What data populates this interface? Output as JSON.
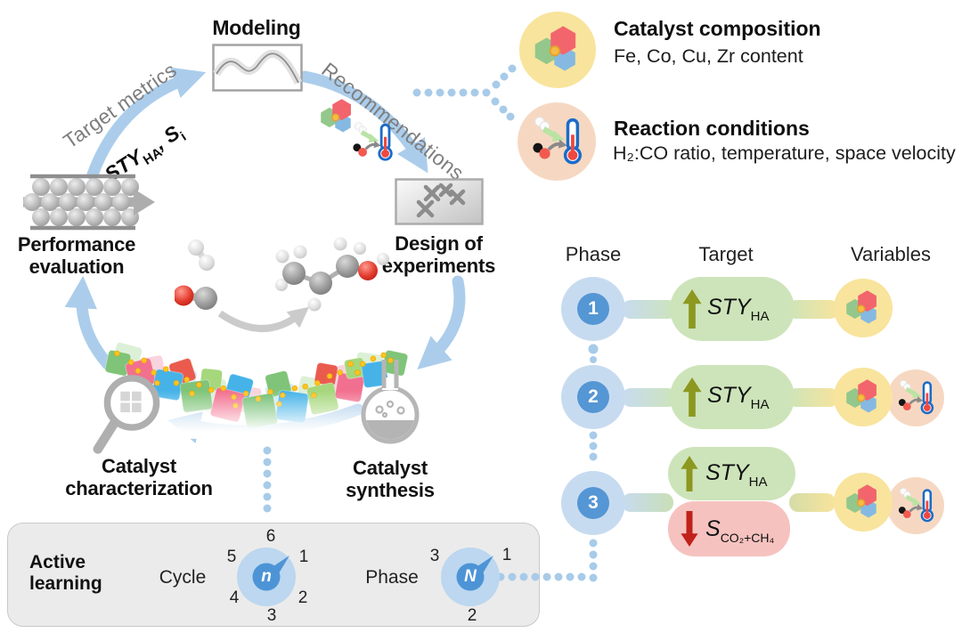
{
  "cycle": {
    "modeling": "Modeling",
    "target_metrics": "Target metrics",
    "metrics_formula": {
      "m1": "STY",
      "m1_sub": "HA",
      "sep": ", ",
      "m2": "S",
      "m2_sub": "i"
    },
    "recommendations": "Recommendations",
    "performance_evaluation": {
      "line1": "Performance",
      "line2": "evaluation"
    },
    "design_of_experiments": {
      "line1": "Design of",
      "line2": "experiments"
    },
    "catalyst_synthesis": {
      "line1": "Catalyst",
      "line2": "synthesis"
    },
    "catalyst_characterization": {
      "line1": "Catalyst",
      "line2": "characterization"
    }
  },
  "legend": {
    "catalyst_composition": {
      "title": "Catalyst composition",
      "subtitle": "Fe, Co, Cu, Zr content"
    },
    "reaction_conditions": {
      "title": "Reaction conditions",
      "subtitle": "H₂:CO ratio, temperature, space velocity"
    }
  },
  "phase_table": {
    "headers": [
      "Phase",
      "Target",
      "Variables"
    ],
    "rows": [
      {
        "phase": "1",
        "targets": [
          {
            "dir": "up",
            "metric": "STY",
            "sub": "HA"
          }
        ],
        "variables": [
          "catalyst-composition"
        ]
      },
      {
        "phase": "2",
        "targets": [
          {
            "dir": "up",
            "metric": "STY",
            "sub": "HA"
          }
        ],
        "variables": [
          "catalyst-composition",
          "reaction-conditions"
        ]
      },
      {
        "phase": "3",
        "targets": [
          {
            "dir": "up",
            "metric": "STY",
            "sub": "HA"
          },
          {
            "dir": "down",
            "metric": "S",
            "sub": "CO₂+CH₄"
          }
        ],
        "variables": [
          "catalyst-composition",
          "reaction-conditions"
        ]
      }
    ]
  },
  "active_learning": {
    "title": {
      "line1": "Active",
      "line2": "learning"
    },
    "cycle_counter": {
      "label": "Cycle",
      "symbol": "n",
      "numbers": [
        "1",
        "2",
        "3",
        "4",
        "5",
        "6"
      ],
      "pointer_at": "1"
    },
    "phase_counter": {
      "label": "Phase",
      "symbol": "N",
      "numbers": [
        "1",
        "2",
        "3"
      ],
      "pointer_at": "1"
    }
  },
  "colors": {
    "arrow_blue": "#ABCDEB",
    "dot_blue": "#A7CBE9",
    "bubble_light_blue": "#C7DBF0",
    "bubble_dark_blue": "#5596D4",
    "target_pill_green": "#CDE4BA",
    "target_pill_red": "#F6C2BF",
    "variables_yellow": "#F8E49C",
    "variables_peach": "#F6D8C2",
    "up_arrow_olive": "#8C981F",
    "down_arrow_red": "#C0211A",
    "hex_green": "#94C78B",
    "hex_red": "#F2656D",
    "hex_blue": "#85B9E2",
    "thermometer_blue": "#1A6CC8",
    "thermometer_red": "#F04840",
    "gray_label": "#7E7E7E",
    "panel_gray": "#EBEBEB"
  }
}
